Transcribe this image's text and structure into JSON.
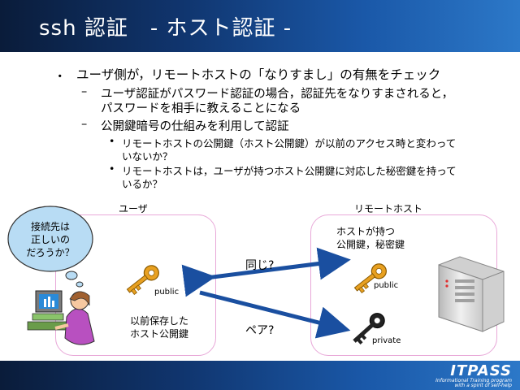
{
  "title": "ssh 認証　- ホスト認証 -",
  "bullets": {
    "l1": "ユーザ側が，リモートホストの「なりすまし」の有無をチェック",
    "l2a_1": "ユーザ認証がパスワード認証の場合，認証先をなりすまされると，",
    "l2a_2": "パスワードを相手に教えることになる",
    "l2b": "公開鍵暗号の仕組みを利用して認証",
    "l3a_1": "リモートホストの公開鍵（ホスト公開鍵）が以前のアクセス時と変わって",
    "l3a_2": "いないか？",
    "l3b_1": "リモートホストは，ユーザが持つホスト公開鍵に対応した秘密鍵を持って",
    "l3b_2": "いるか？"
  },
  "diagram": {
    "user_label": "ユーザ",
    "remote_label": "リモートホスト",
    "thought_1": "接続先は",
    "thought_2": "正しいの",
    "thought_3": "だろうか？",
    "user_key_label": "public",
    "saved_1": "以前保存した",
    "saved_2": "ホスト公開鍵",
    "host_has_1": "ホストが持つ",
    "host_has_2": "公開鍵，秘密鍵",
    "host_pub_label": "public",
    "host_priv_label": "private",
    "same_label": "同じ?",
    "pair_label": "ペア?"
  },
  "footer": {
    "logo": "ITPASS",
    "logo_sub_1": "Informational Training program",
    "logo_sub_2": "with a spirit of self-help"
  },
  "colors": {
    "title_bar": "#10356e",
    "arrow": "#1a4fa0",
    "box_border": "#e8a8d8",
    "key_gold": "#e8a020",
    "thought_fill": "#b8dcf4"
  }
}
